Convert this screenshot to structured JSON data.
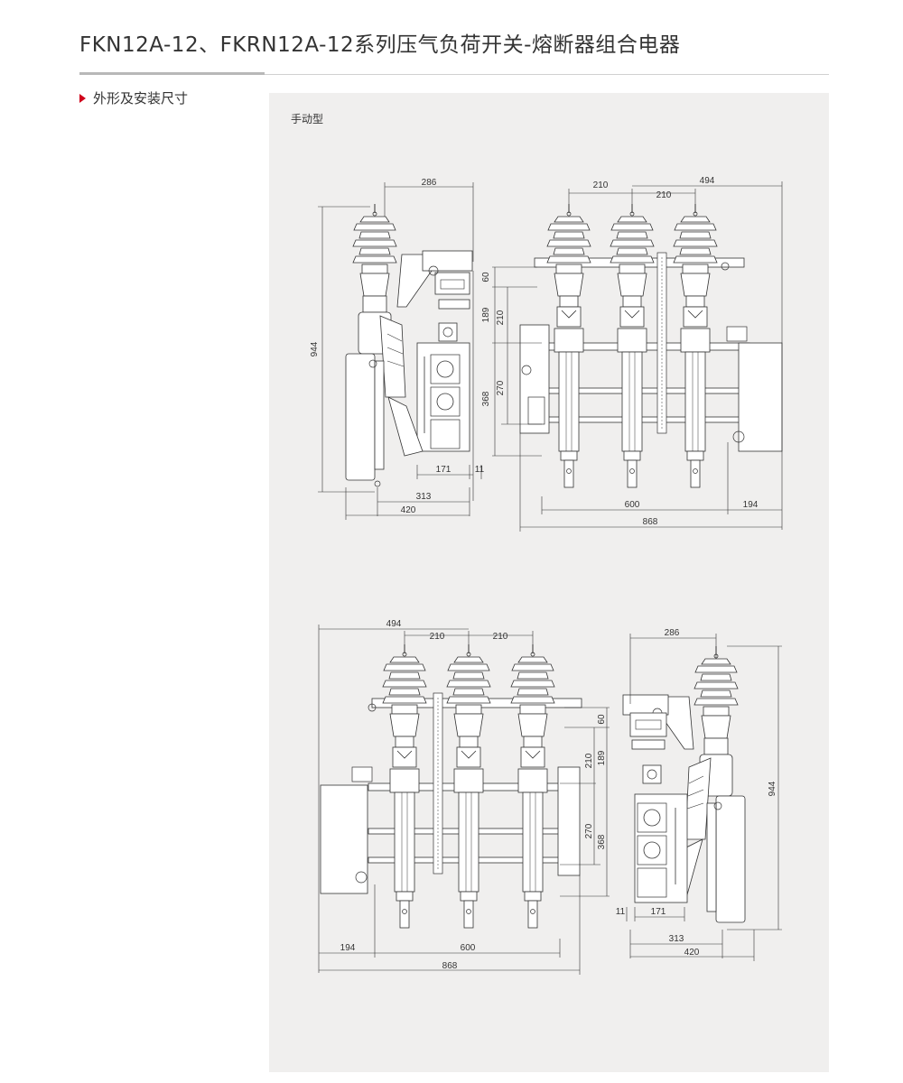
{
  "title": "FKN12A-12、FKRN12A-12系列压气负荷开关-熔断器组合电器",
  "section_title": "外形及安装尺寸",
  "variant_label": "手动型",
  "colors": {
    "accent": "#d0021b",
    "panel_bg": "#f0efee",
    "line": "#333333"
  },
  "dimensions": {
    "v286": "286",
    "v494": "494",
    "v210": "210",
    "v60": "60",
    "v189": "189",
    "v270": "270",
    "v368": "368",
    "v944": "944",
    "v171": "171",
    "v11": "11",
    "v313": "313",
    "v420": "420",
    "v600": "600",
    "v194": "194",
    "v868": "868"
  }
}
